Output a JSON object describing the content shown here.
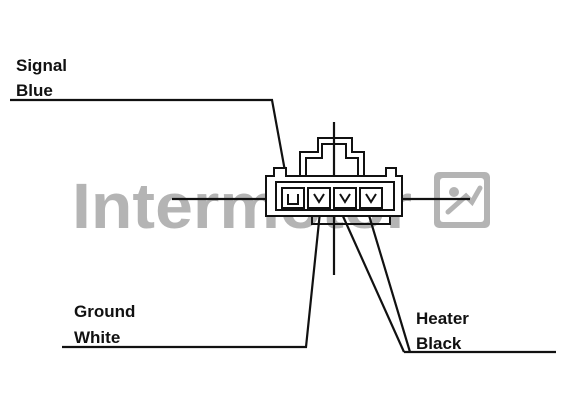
{
  "labels": {
    "signal": "Signal",
    "blue": "Blue",
    "ground": "Ground",
    "white": "White",
    "heater": "Heater",
    "black": "Black"
  },
  "watermark": {
    "text": "Intermotor",
    "logo_icon": "intermotor-logo-icon",
    "color": "#9a9a9a"
  },
  "colors": {
    "line": "#111111",
    "background": "#ffffff"
  }
}
